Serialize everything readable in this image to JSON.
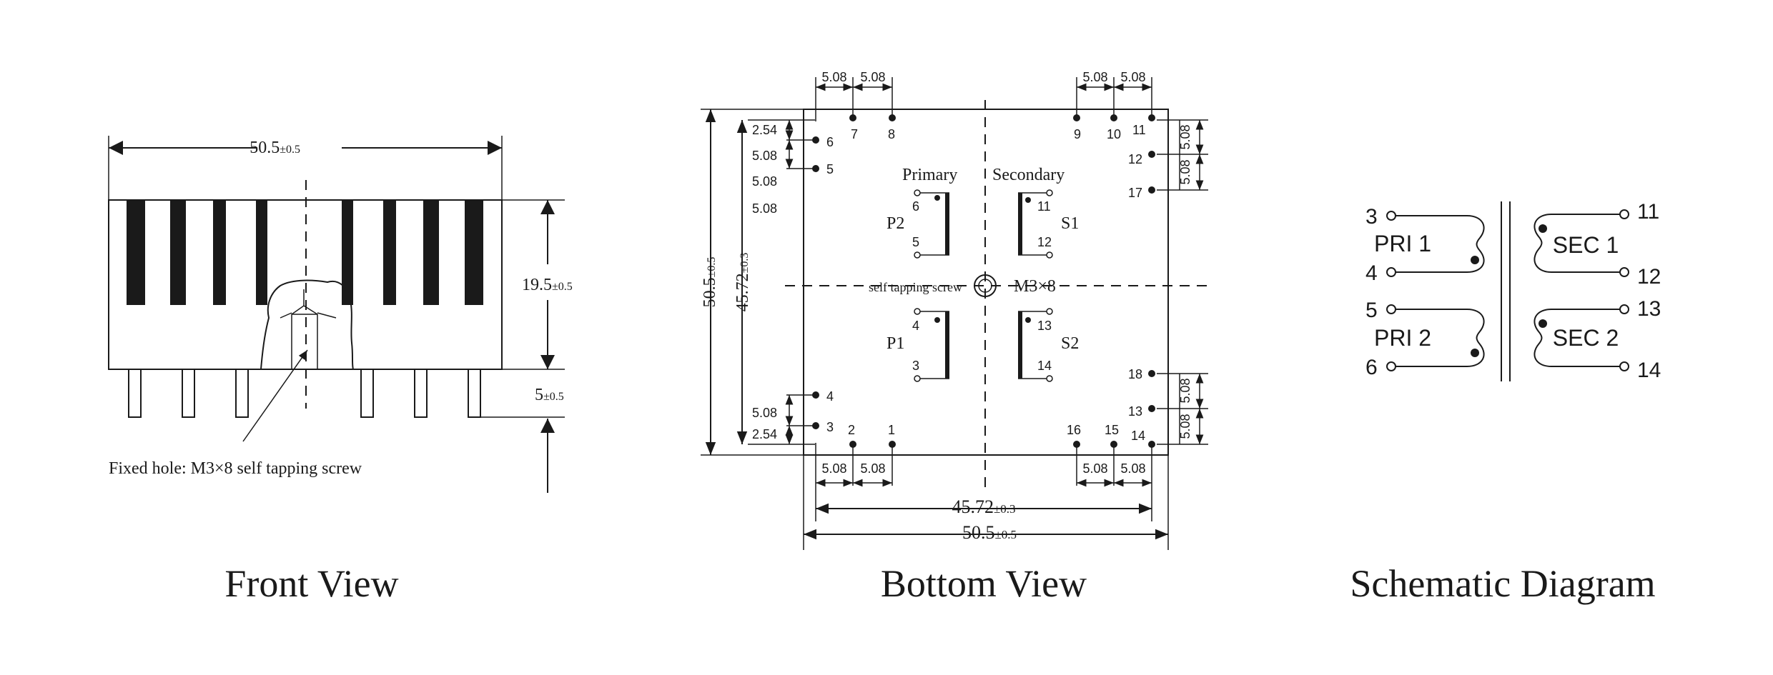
{
  "front_view": {
    "caption": "Front View",
    "width_dim": "50.5",
    "width_tol": "±0.5",
    "height_dim": "19.5",
    "height_tol": "±0.5",
    "pin_dim": "5",
    "pin_tol": "±0.5",
    "note": "Fixed hole: M3×8 self tapping screw"
  },
  "bottom_view": {
    "caption": "Bottom View",
    "primary_label": "Primary",
    "secondary_label": "Secondary",
    "screw_label": "self tapping screw",
    "screw_size": "M3×8",
    "windings": {
      "p2": "P2",
      "s1": "S1",
      "p1": "P1",
      "s2": "S2"
    },
    "pins": {
      "p1": "1",
      "p2": "2",
      "p3": "3",
      "p4": "4",
      "p5": "5",
      "p6": "6",
      "p7": "7",
      "p8": "8",
      "p9": "9",
      "p10": "10",
      "p11": "11",
      "p12": "12",
      "p13": "13",
      "p14": "14",
      "p15": "15",
      "p16": "16",
      "p17": "17",
      "p18": "18"
    },
    "winding_pins": {
      "p2_top": "6",
      "p2_bot": "5",
      "s1_top": "11",
      "s1_bot": "12",
      "p1_top": "4",
      "p1_bot": "3",
      "s2_top": "13",
      "s2_bot": "14"
    },
    "dims": {
      "pitch": "5.08",
      "half_pitch": "2.54",
      "outer": "50.5",
      "outer_tol": "±0.5",
      "pin_span": "45.72",
      "pin_span_tol": "±0.3"
    }
  },
  "schematic": {
    "caption": "Schematic Diagram",
    "pri1": "PRI 1",
    "pri2": "PRI 2",
    "sec1": "SEC 1",
    "sec2": "SEC 2",
    "pins": {
      "p3": "3",
      "p4": "4",
      "p5": "5",
      "p6": "6",
      "p11": "11",
      "p12": "12",
      "p13": "13",
      "p14": "14"
    }
  }
}
